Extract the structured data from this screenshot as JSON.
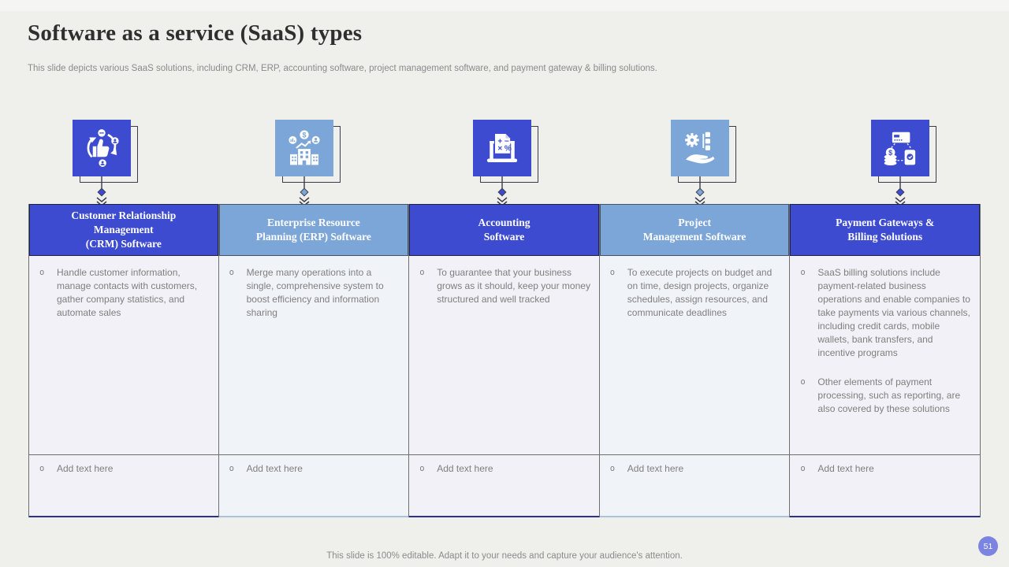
{
  "slide": {
    "title": "Software as a service (SaaS) types",
    "subtitle": "This slide depicts various SaaS solutions, including CRM, ERP, accounting software, project management software, and payment gateway & billing solutions.",
    "footer": "This slide is 100% editable. Adapt it to your needs and capture your audience's attention.",
    "page_number": "51"
  },
  "colors": {
    "royal_blue": "#3C4BD0",
    "steel_blue": "#7DA6D8",
    "royal_header_border": "#1E2347",
    "steel_header_border": "#44546A",
    "royal_bottom_border": "#2E3192",
    "steel_bottom_border": "#A9C3DC",
    "body_text_gray": "#7F7F7F",
    "title_color": "#2F2F2F",
    "badge_color": "#7B84E0",
    "cell_bg_royal": "#F1F1F7",
    "cell_bg_steel": "#F0F3F8",
    "slide_bg": "#EFEFEC",
    "connector_dark": "#3B3B4B"
  },
  "columns": [
    {
      "id": "crm",
      "theme": "royal",
      "icon": "crm-cycle-icon",
      "header": "Customer Relationship\nManagement\n(CRM) Software",
      "bullet_mark": "o",
      "bullets": [
        "Handle customer information, manage contacts with customers, gather company statistics, and automate sales"
      ],
      "add_text": "Add text here"
    },
    {
      "id": "erp",
      "theme": "steel",
      "icon": "erp-building-icon",
      "header": "Enterprise Resource\nPlanning (ERP) Software",
      "bullet_mark": "o",
      "bullets": [
        "Merge many operations into a single, comprehensive system to boost efficiency and information sharing"
      ],
      "add_text": "Add text here"
    },
    {
      "id": "accounting",
      "theme": "royal",
      "icon": "accounting-calculator-icon",
      "header": "Accounting\nSoftware",
      "bullet_mark": "o",
      "bullets": [
        "To guarantee that your business grows as it should, keep your money structured and well tracked"
      ],
      "add_text": "Add text here"
    },
    {
      "id": "project-management",
      "theme": "steel",
      "icon": "project-gear-hand-icon",
      "header": "Project\nManagement Software",
      "bullet_mark": "o",
      "bullets": [
        "To execute projects on budget and on time, design projects, organize schedules, assign resources, and communicate deadlines"
      ],
      "add_text": "Add text here"
    },
    {
      "id": "payment",
      "theme": "royal",
      "icon": "payment-gateway-icon",
      "header": "Payment Gateways &\nBilling Solutions",
      "bullet_mark": "o",
      "bullets": [
        "SaaS billing solutions include payment-related business operations and enable companies to take payments via various channels, including credit cards, mobile wallets, bank transfers, and incentive programs",
        "Other elements of payment processing, such as reporting, are also covered by these solutions"
      ],
      "add_text": "Add text here"
    }
  ]
}
